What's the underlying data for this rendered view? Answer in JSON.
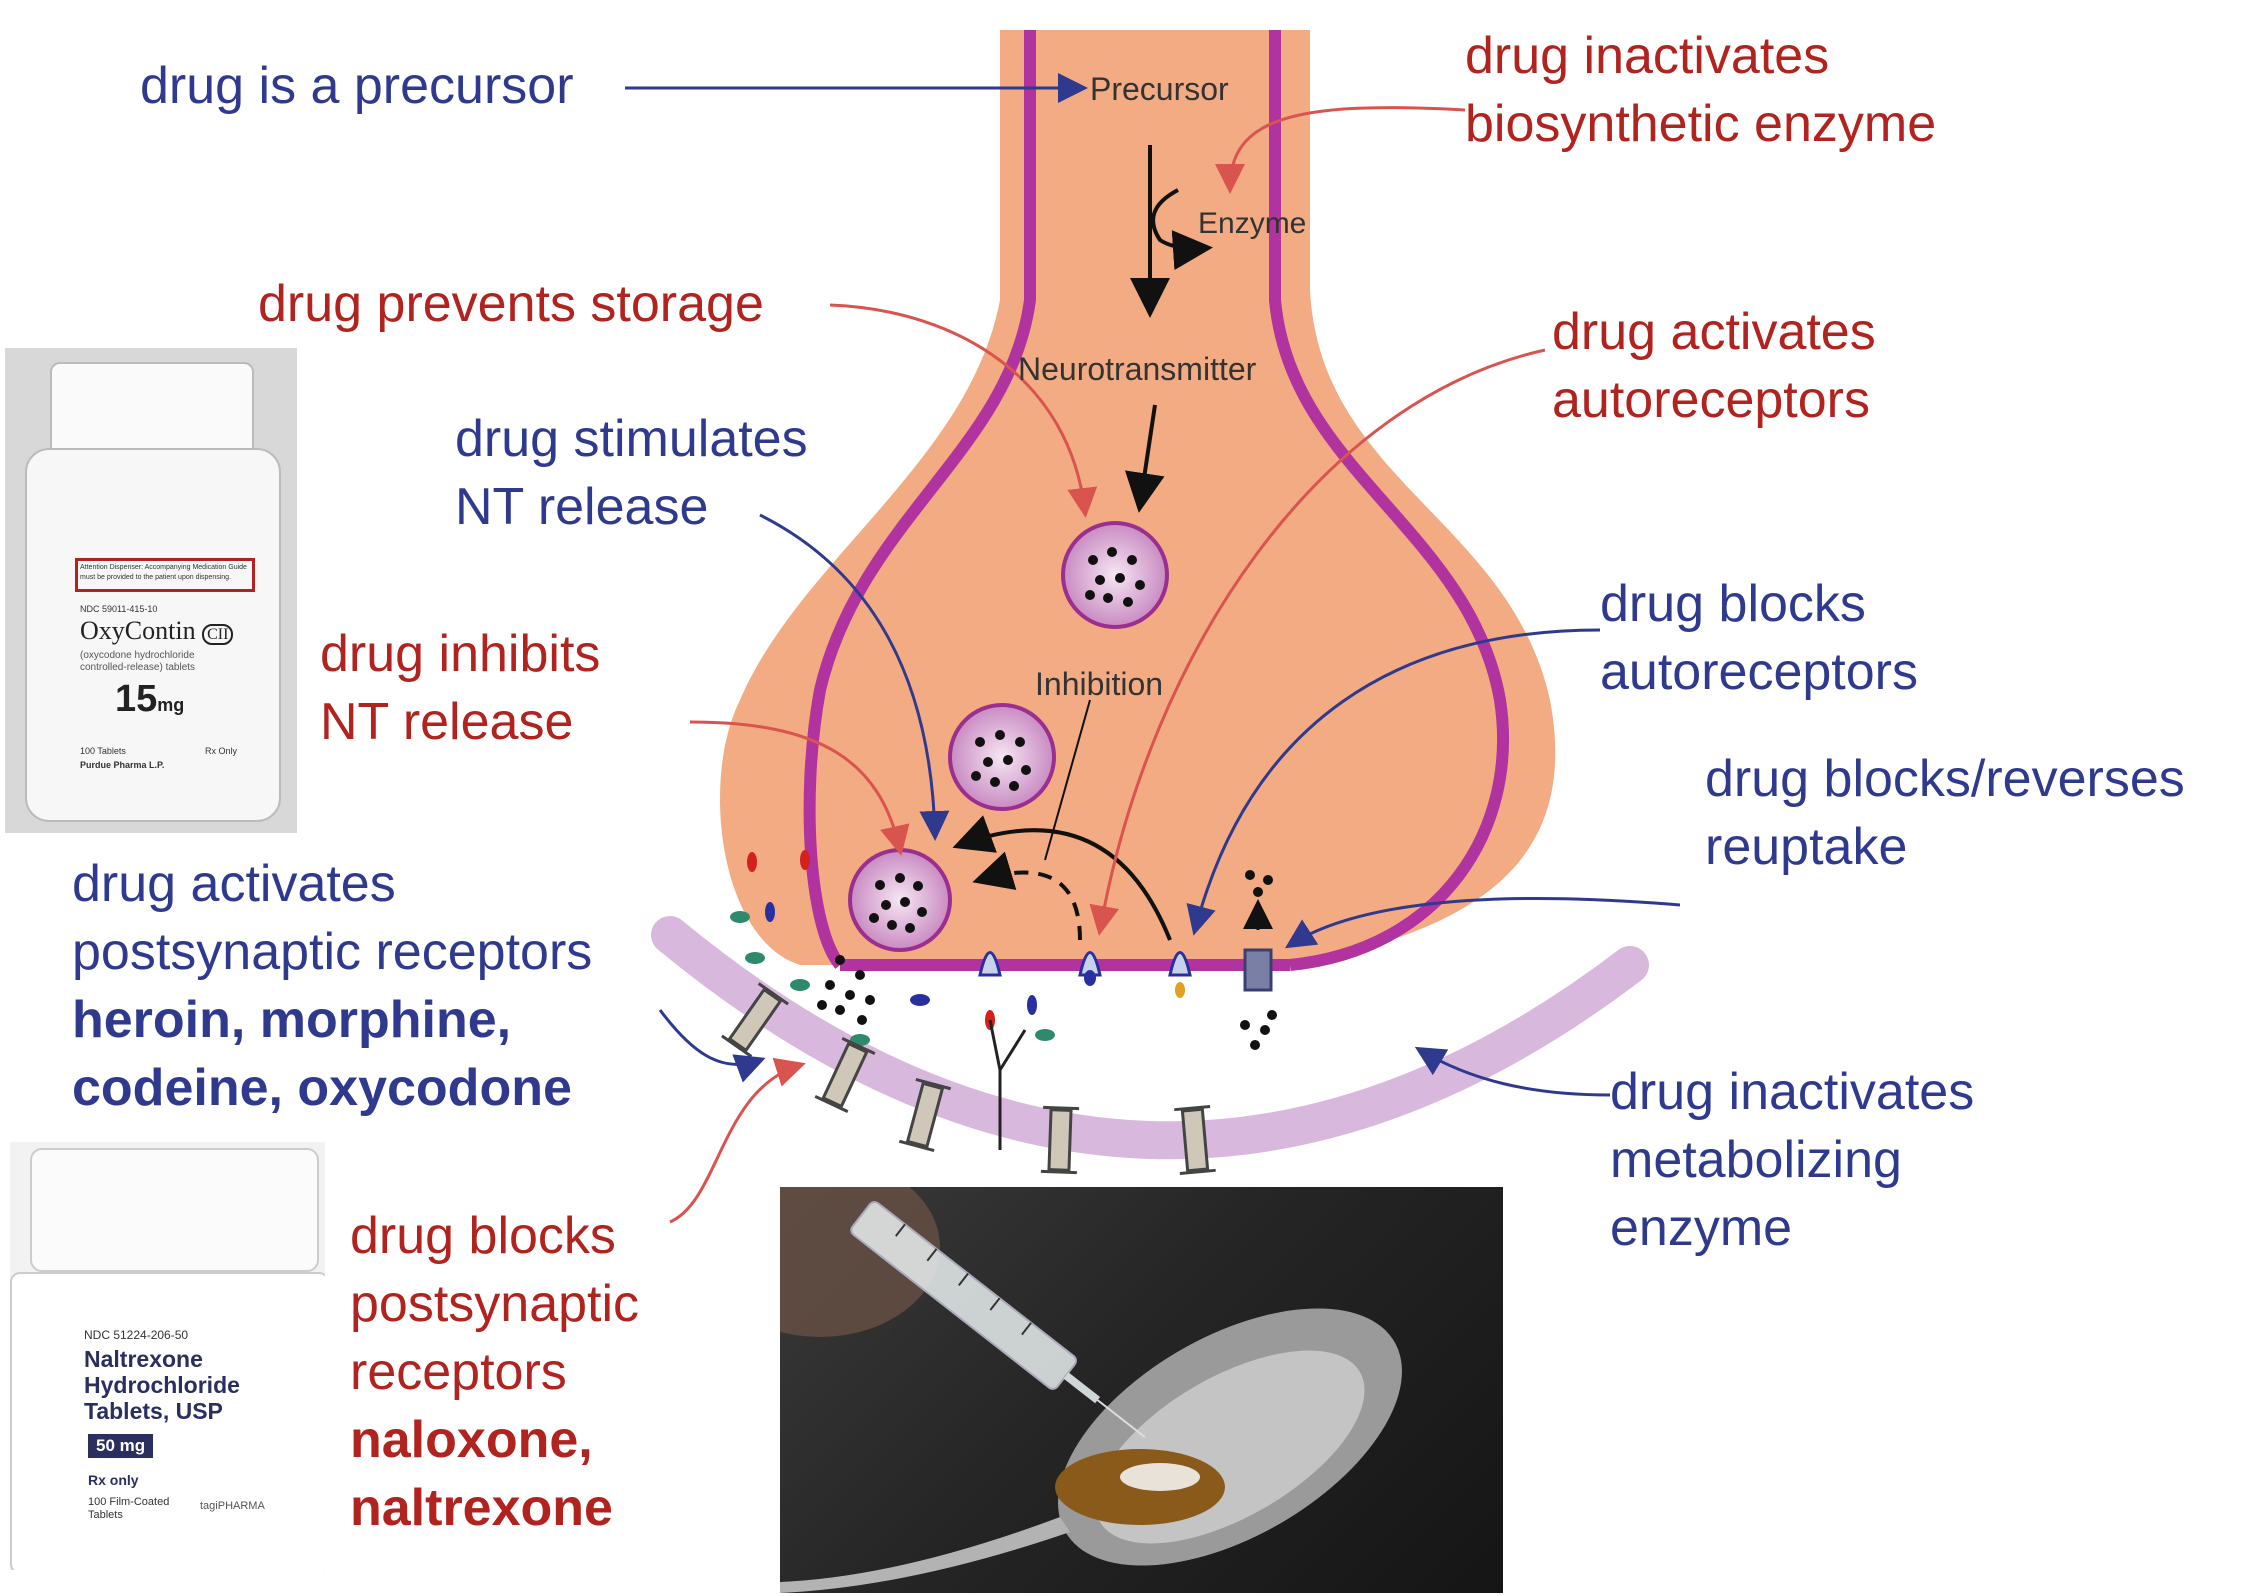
{
  "colors": {
    "blue_label": "#2f3a8f",
    "red_label": "#b0231f",
    "neuron_fill": "#f2ab82",
    "membrane": "#b0339f",
    "postsynaptic_band": "#d9b8dd"
  },
  "diagram": {
    "precursor": "Precursor",
    "enzyme": "Enzyme",
    "neurotransmitter": "Neurotransmitter",
    "inhibition": "Inhibition"
  },
  "labels": {
    "precursor": "drug is a precursor",
    "inactivates_enzyme": [
      "drug inactivates",
      "biosynthetic enzyme"
    ],
    "prevents_storage": "drug prevents storage",
    "activates_autoreceptors": [
      "drug activates",
      "autoreceptors"
    ],
    "stimulates_release": [
      "drug stimulates",
      "NT release"
    ],
    "blocks_autoreceptors": [
      "drug blocks",
      "autoreceptors"
    ],
    "inhibits_release": [
      "drug inhibits",
      "NT release"
    ],
    "blocks_reuptake": [
      "drug blocks/reverses",
      "reuptake"
    ],
    "activates_postsynaptic": [
      "drug activates",
      "postsynaptic receptors"
    ],
    "agonists": [
      "heroin, morphine,",
      "codeine, oxycodone"
    ],
    "inactivates_metabolizing": [
      "drug inactivates",
      "metabolizing",
      "enzyme"
    ],
    "blocks_postsynaptic": [
      "drug blocks",
      "postsynaptic",
      "receptors"
    ],
    "antagonists": [
      "naloxone,",
      "naltrexone"
    ]
  },
  "oxycontin_bottle": {
    "warning": "Attention Dispenser: Accompanying Medication Guide must be provided to the patient upon dispensing.",
    "ndc": "NDC 59011-415-10",
    "brand": "OxyContin",
    "schedule": "CII",
    "description": [
      "(oxycodone hydrochloride",
      "controlled-release) tablets"
    ],
    "strength": "15",
    "unit": "mg",
    "count": "100 Tablets",
    "rx": "Rx Only",
    "maker": "Purdue Pharma L.P."
  },
  "naltrexone_bottle": {
    "ndc": "NDC 51224-206-50",
    "name": [
      "Naltrexone",
      "Hydrochloride",
      "Tablets, USP"
    ],
    "strength": "50 mg",
    "rx": "Rx only",
    "count": [
      "100 Film-Coated",
      "Tablets"
    ],
    "maker": "tagiPHARMA"
  }
}
